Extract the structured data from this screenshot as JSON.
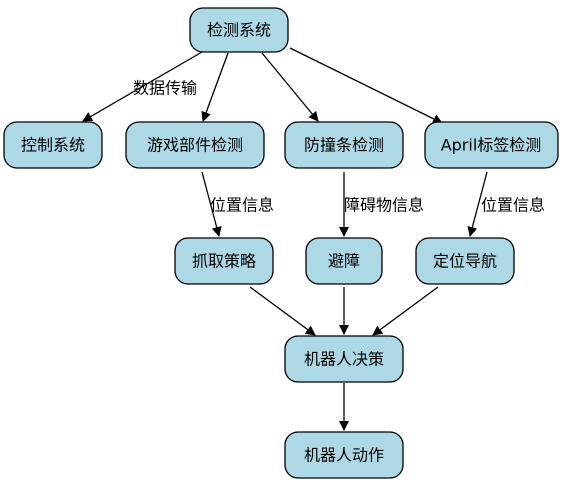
{
  "nodes": {
    "detect": "检测系统",
    "control": "控制系统",
    "game_parts": "游戏部件检测",
    "bumper": "防撞条检测",
    "april": "April标签检测",
    "grasp": "抓取策略",
    "avoid": "避障",
    "nav": "定位导航",
    "decision": "机器人决策",
    "action": "机器人动作"
  },
  "edges": {
    "detect_control": "数据传输",
    "game_grasp": "位置信息",
    "bumper_avoid": "障碍物信息",
    "april_nav": "位置信息"
  },
  "colors": {
    "node_fill": "#add8e6",
    "stroke": "#000000"
  }
}
